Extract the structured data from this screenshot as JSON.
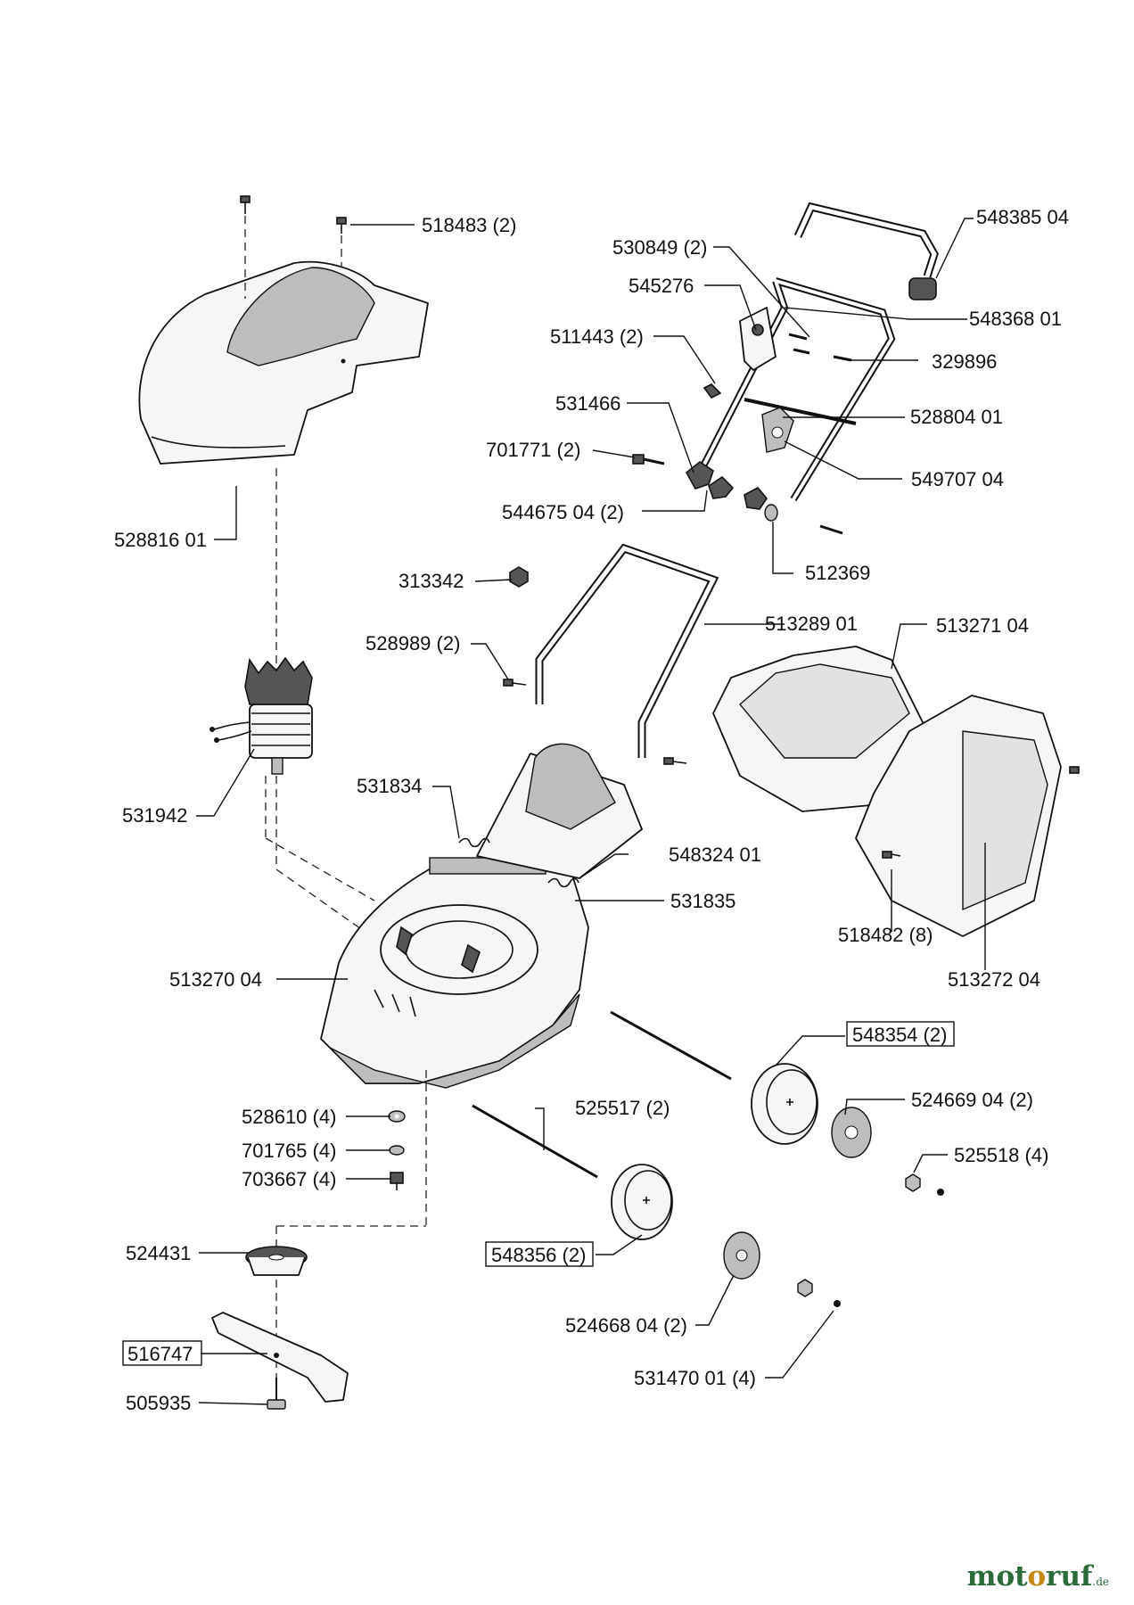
{
  "labels": [
    {
      "id": "518483",
      "text": "518483 (2)"
    },
    {
      "id": "548385",
      "text": "548385 04"
    },
    {
      "id": "530849",
      "text": "530849 (2)"
    },
    {
      "id": "545276",
      "text": "545276"
    },
    {
      "id": "548368",
      "text": "548368 01"
    },
    {
      "id": "511443",
      "text": "511443 (2)"
    },
    {
      "id": "329896",
      "text": "329896"
    },
    {
      "id": "531466",
      "text": "531466"
    },
    {
      "id": "528804",
      "text": "528804 01"
    },
    {
      "id": "701771",
      "text": "701771 (2)"
    },
    {
      "id": "549707",
      "text": "549707 04"
    },
    {
      "id": "544675",
      "text": "544675 04 (2)"
    },
    {
      "id": "528816",
      "text": "528816 01"
    },
    {
      "id": "512369",
      "text": "512369"
    },
    {
      "id": "313342",
      "text": "313342"
    },
    {
      "id": "513289",
      "text": "513289 01"
    },
    {
      "id": "513271",
      "text": "513271 04"
    },
    {
      "id": "528989",
      "text": "528989 (2)"
    },
    {
      "id": "531834",
      "text": "531834"
    },
    {
      "id": "531942",
      "text": "531942"
    },
    {
      "id": "548324",
      "text": "548324 01"
    },
    {
      "id": "531835",
      "text": "531835"
    },
    {
      "id": "518482",
      "text": "518482 (8)"
    },
    {
      "id": "513270",
      "text": "513270 04"
    },
    {
      "id": "513272",
      "text": "513272 04"
    },
    {
      "id": "548354",
      "text": "548354 (2)"
    },
    {
      "id": "525517",
      "text": "525517 (2)"
    },
    {
      "id": "524669",
      "text": "524669 04 (2)"
    },
    {
      "id": "528610",
      "text": "528610 (4)"
    },
    {
      "id": "525518",
      "text": "525518 (4)"
    },
    {
      "id": "701765",
      "text": "701765 (4)"
    },
    {
      "id": "703667",
      "text": "703667 (4)"
    },
    {
      "id": "524431",
      "text": "524431"
    },
    {
      "id": "548356",
      "text": "548356 (2)"
    },
    {
      "id": "516747",
      "text": "516747"
    },
    {
      "id": "524668",
      "text": "524668 04 (2)"
    },
    {
      "id": "531470",
      "text": "531470 01 (4)"
    },
    {
      "id": "505935",
      "text": "505935"
    }
  ],
  "watermark": {
    "part1": "mot",
    "part2": "o",
    "part3": "ruf",
    "tld": ".de"
  }
}
